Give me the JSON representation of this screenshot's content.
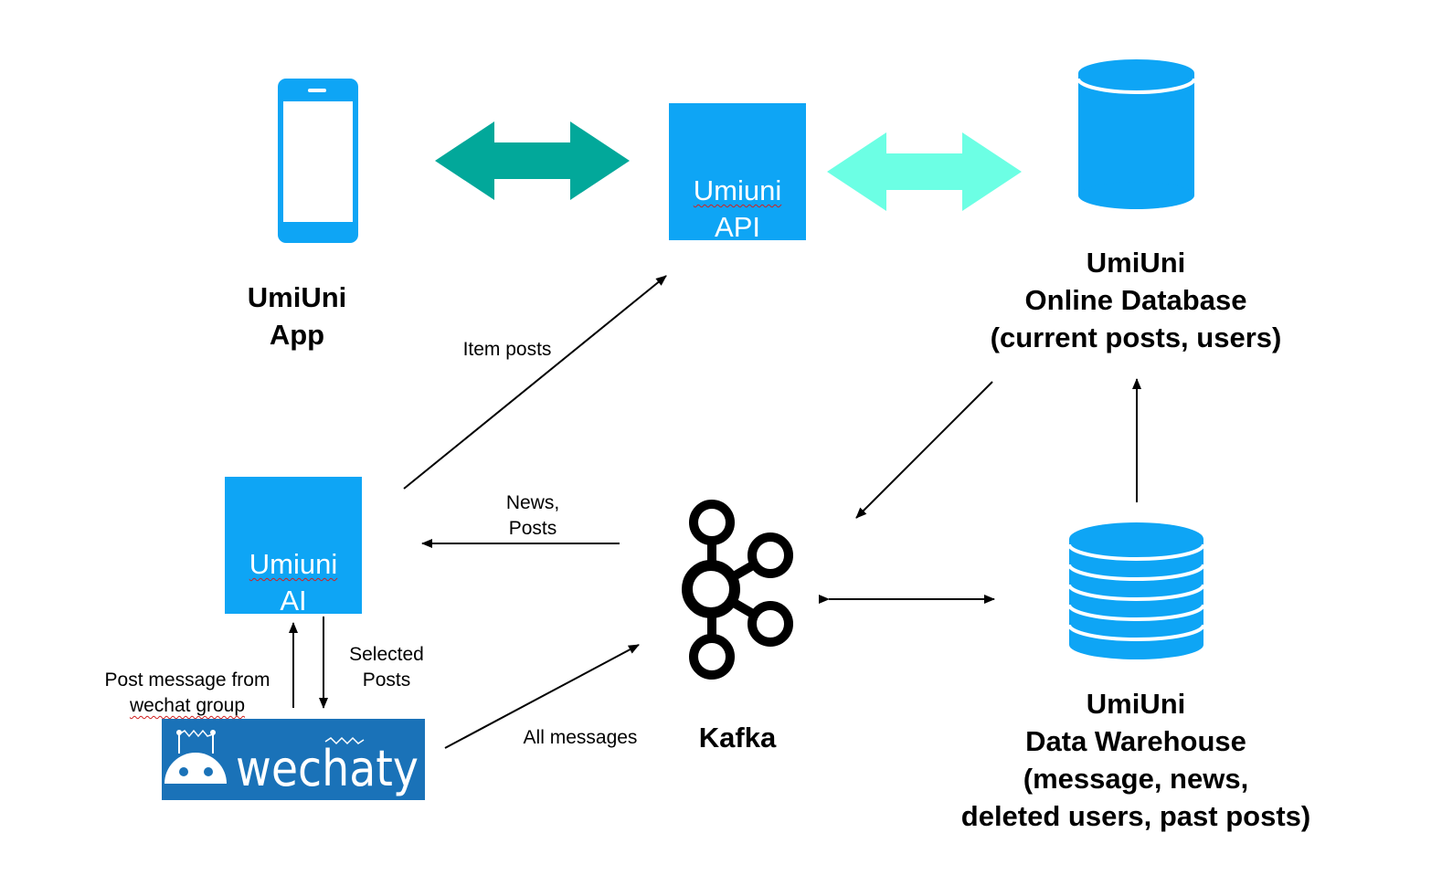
{
  "colors": {
    "primary_blue": "#0ea5f5",
    "teal_arrow": "#02a89a",
    "mint_arrow": "#6cffe4",
    "wechaty_bg": "#1a72b8",
    "line": "#000000",
    "text": "#000000"
  },
  "nodes": {
    "app": {
      "label": "UmiUni\nApp",
      "icon": "smartphone-icon"
    },
    "api": {
      "label_line1": "Umiuni",
      "label_line2": "API"
    },
    "online_db": {
      "label": "UmiUni\nOnline Database\n(current posts, users)",
      "icon": "database-icon"
    },
    "ai": {
      "label_line1": "Umiuni",
      "label_line2": "AI"
    },
    "kafka": {
      "label": "Kafka",
      "icon": "kafka-logo-icon"
    },
    "data_warehouse": {
      "label": "UmiUni\nData Warehouse\n(message, news,\ndeleted users, past posts)",
      "icon": "stacked-database-icon"
    },
    "wechaty": {
      "label": "wechaty",
      "icon": "wechaty-robot-icon"
    }
  },
  "edges": {
    "item_posts": "Item posts",
    "news_posts": "News,\nPosts",
    "post_message": "Post message from",
    "post_message_line2": "wechat group",
    "selected_posts": "Selected\nPosts",
    "all_messages": "All messages"
  }
}
